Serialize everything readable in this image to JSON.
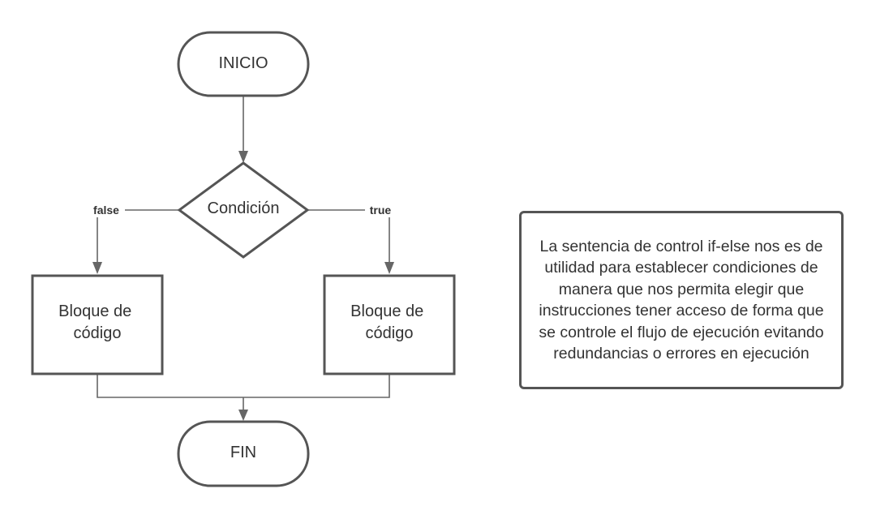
{
  "diagram": {
    "start_label": "INICIO",
    "decision_label": "Condición",
    "false_label": "false",
    "true_label": "true",
    "false_block_lines": [
      "Bloque de",
      "código"
    ],
    "true_block_lines": [
      "Bloque de",
      "código"
    ],
    "end_label": "FIN"
  },
  "note": {
    "text": "La sentencia de control if-else nos es de utilidad para establecer condiciones de manera que nos permita elegir que instrucciones tener acceso de forma que se controle el flujo de ejecución evitando redundancias o errores en ejecución"
  }
}
